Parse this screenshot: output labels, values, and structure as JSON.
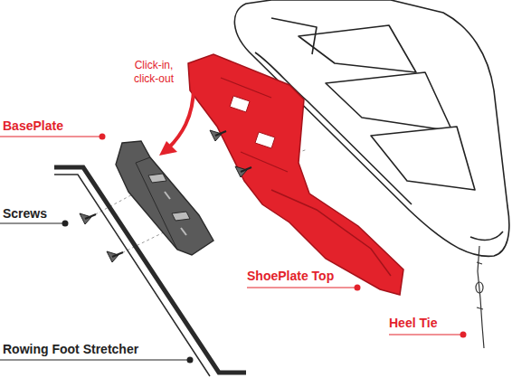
{
  "diagram": {
    "labels": [
      "Click-in, click-out",
      "BasePlate",
      "Screws",
      "ShoePlate Top",
      "Heel Tie",
      "Rowing Foot Stretcher"
    ]
  }
}
